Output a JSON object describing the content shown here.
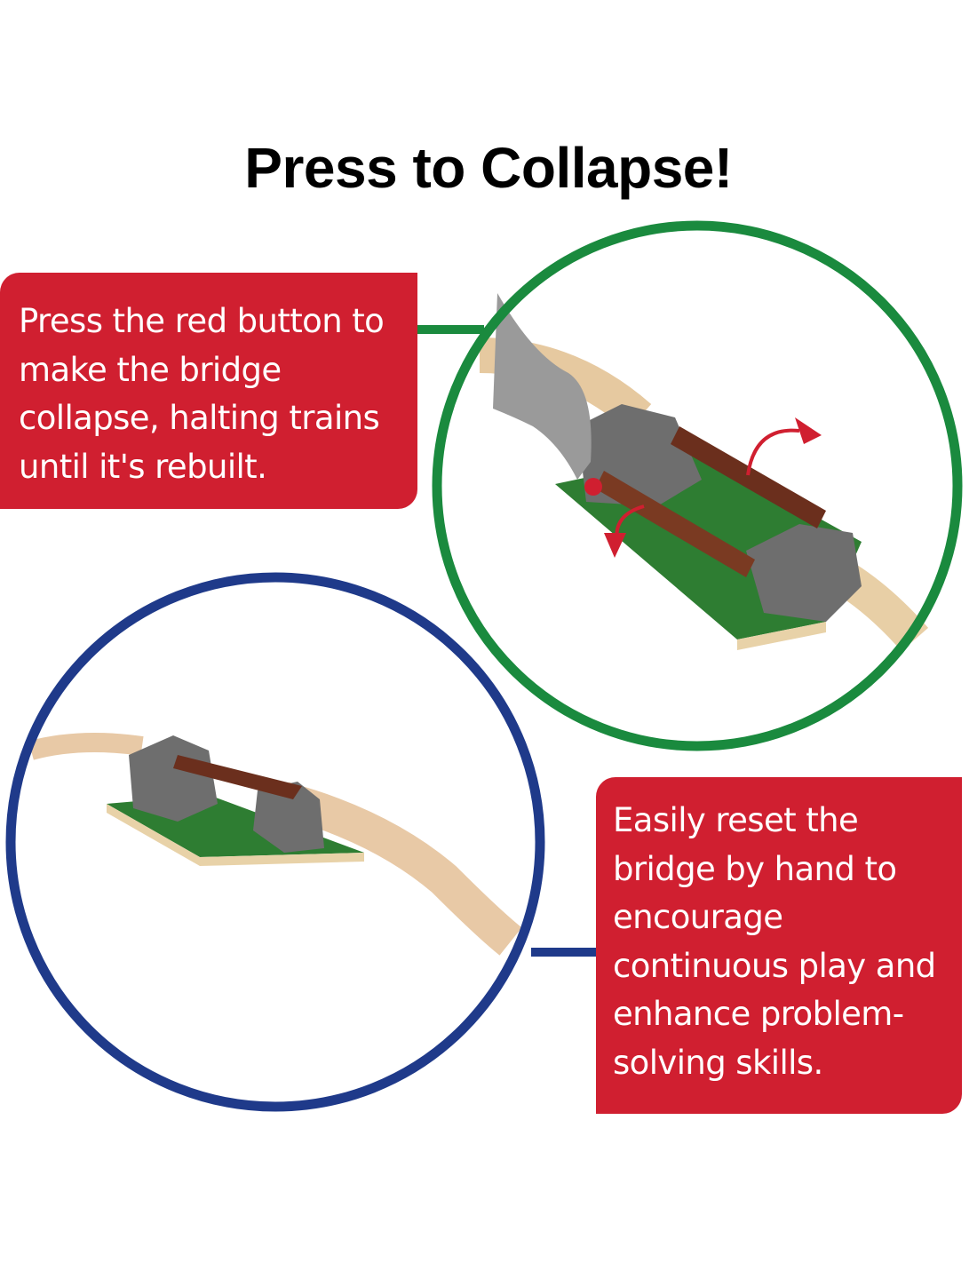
{
  "title": "Press to Collapse!",
  "callouts": [
    {
      "text": "Press the red button to\nmake the bridge\ncollapse, halting trains\nuntil it's rebuilt."
    },
    {
      "text": "Easily reset the\nbridge by hand to\nencourage\ncontinuous play and\nenhance problem-\nsolving skills."
    }
  ],
  "colors": {
    "callout_red": "#d01f30",
    "green_ring": "#1a8a3e",
    "blue_ring": "#1f3a8a"
  }
}
